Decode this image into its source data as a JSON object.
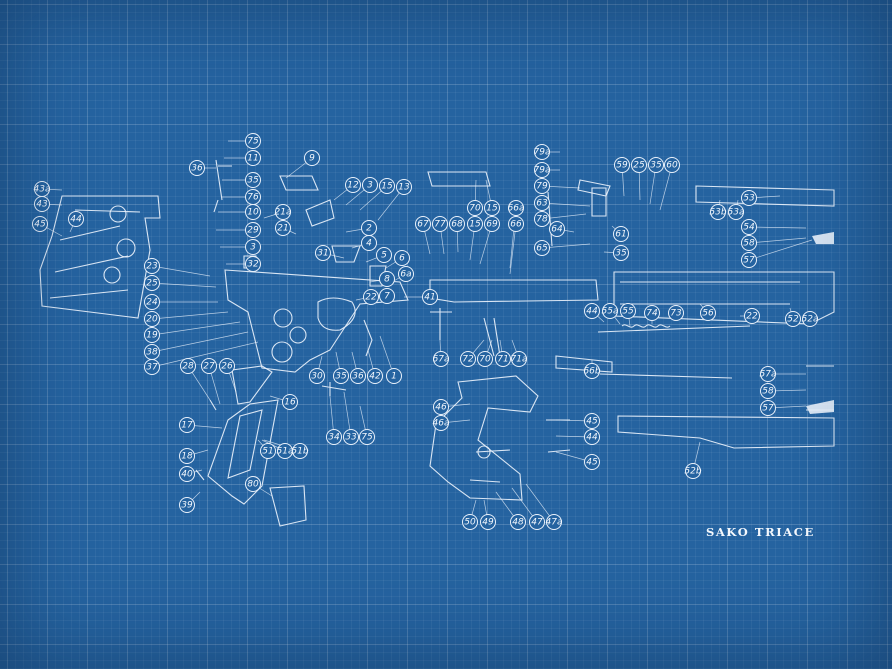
{
  "title": "SAKO TRIACE",
  "colors": {
    "background": "#2563a0",
    "line": "#e9f1fb",
    "grid": "#5b8dc1"
  },
  "part_numbers": [
    "75",
    "11",
    "9",
    "36",
    "35",
    "76",
    "10",
    "29",
    "3",
    "32",
    "12",
    "3",
    "15",
    "13",
    "21a",
    "21",
    "31",
    "2",
    "4",
    "5",
    "6",
    "6a",
    "8",
    "41",
    "7",
    "22",
    "43a",
    "43",
    "44",
    "45",
    "23",
    "25",
    "24",
    "20",
    "19",
    "38",
    "37",
    "28",
    "27",
    "26",
    "16",
    "17",
    "18",
    "40",
    "39",
    "80",
    "51",
    "51a",
    "51b",
    "30",
    "35",
    "36",
    "42",
    "1",
    "34",
    "33",
    "75",
    "79a",
    "79a",
    "79",
    "63",
    "78",
    "64",
    "65",
    "59",
    "25",
    "35",
    "60",
    "61",
    "35",
    "67",
    "77",
    "68",
    "70",
    "15",
    "15",
    "69",
    "66a",
    "66",
    "53",
    "53b",
    "53a",
    "54",
    "58",
    "57",
    "44",
    "55a",
    "55",
    "74",
    "73",
    "56",
    "22",
    "52",
    "52a",
    "67a",
    "72",
    "70",
    "71",
    "71a",
    "66b",
    "57a",
    "58",
    "57",
    "46",
    "46a",
    "45",
    "44",
    "45",
    "52b",
    "50",
    "49",
    "48",
    "47",
    "47a"
  ]
}
